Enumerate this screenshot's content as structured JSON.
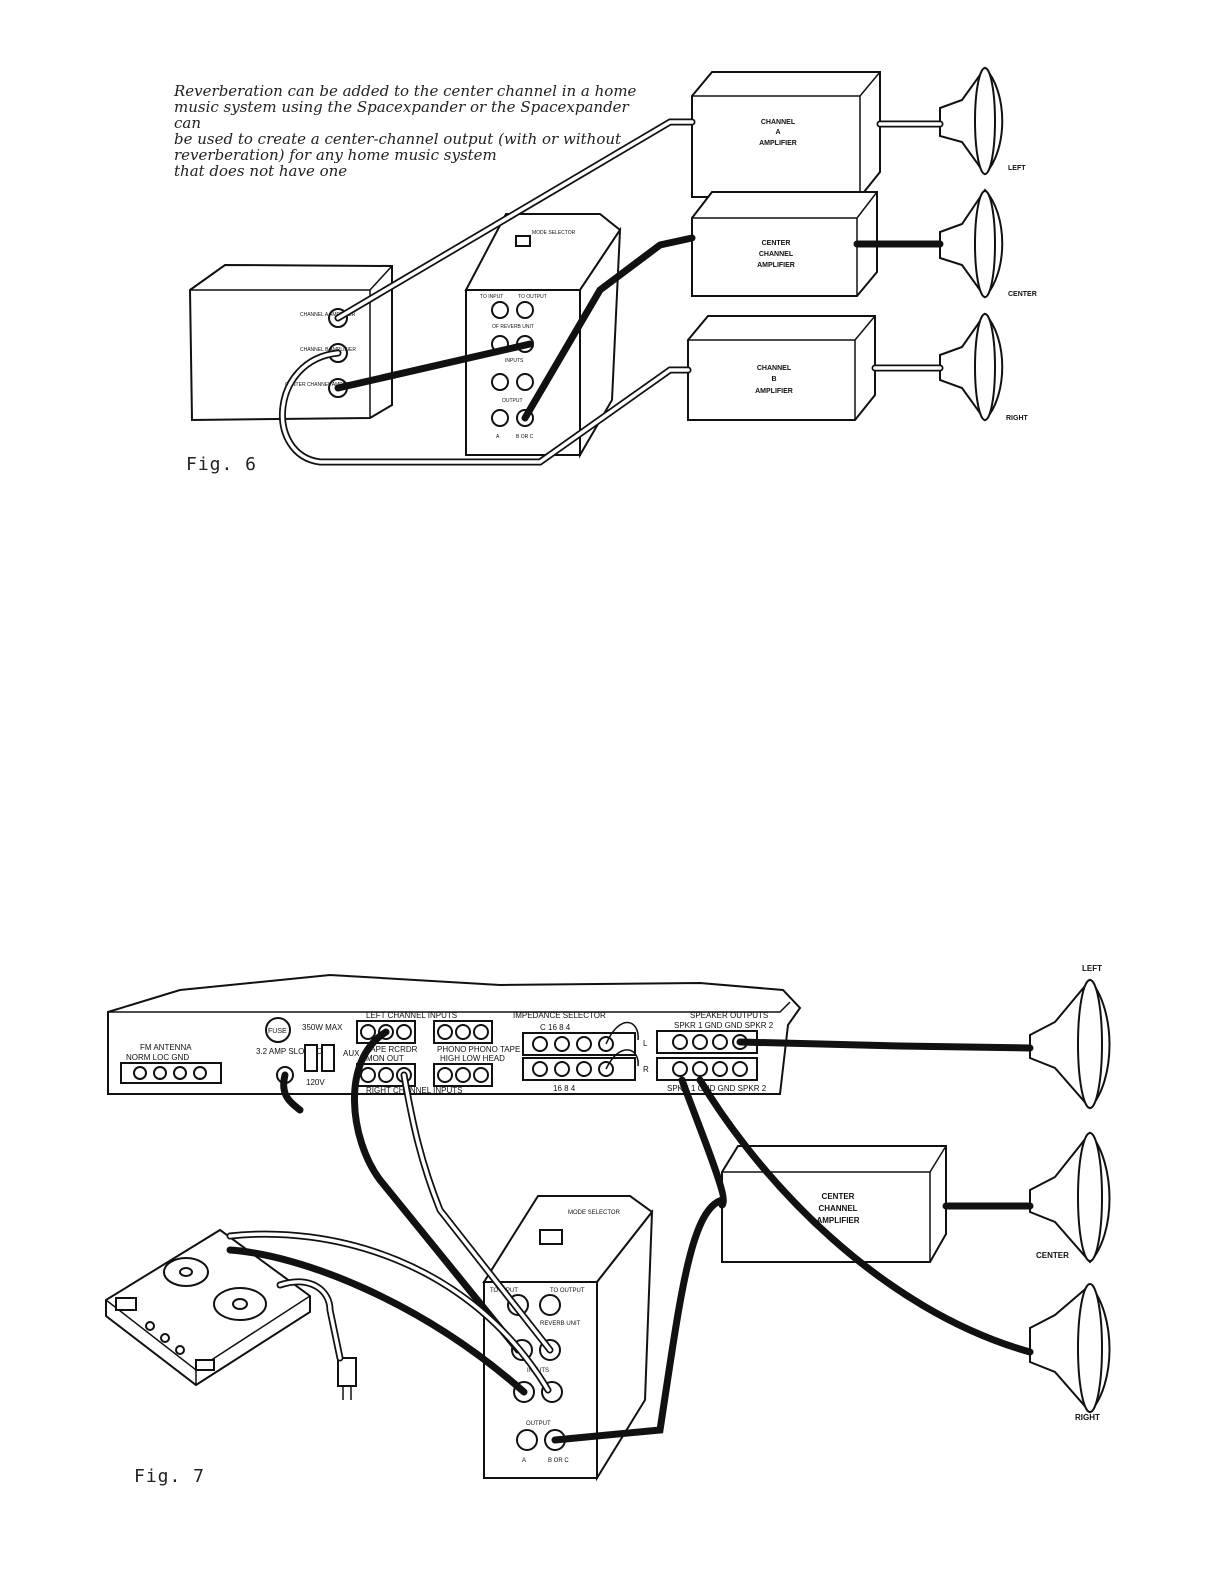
{
  "fig6": {
    "caption": [
      "Reverberation can be added to the center channel in a home",
      "music system using the Spacexpander or the Spacexpander can",
      "be used to create a center-channel output (with or without",
      "reverberation) for any home music system",
      "that does not have one"
    ],
    "label": "Fig. 6",
    "amp_a": [
      "CHANNEL",
      "A",
      "AMPLIFIER"
    ],
    "amp_center": [
      "CENTER",
      "CHANNEL",
      "AMPLIFIER"
    ],
    "amp_b": [
      "CHANNEL",
      "B",
      "AMPLIFIER"
    ],
    "speaker_left": "LEFT",
    "speaker_center": "CENTER",
    "speaker_right": "RIGHT",
    "source_labels": [
      "CHANNEL A AMPLIFIER",
      "CHANNEL B AMPLIFIER",
      "CENTER CHANNEL AMPLIFIER"
    ],
    "unit": {
      "mode_selector": "MODE SELECTOR",
      "to_input": "TO INPUT",
      "to_output": "TO OUTPUT",
      "reverb": "OF REVERB UNIT",
      "inputs": "INPUTS",
      "output": "OUTPUT",
      "a": "A",
      "b_or_c": "B OR C"
    }
  },
  "fig7": {
    "label": "Fig. 7",
    "fm_antenna": "FM ANTENNA",
    "fm_terminals": "NORM LOC GND",
    "fuse": "FUSE",
    "max_power": "350W MAX",
    "amp_rating": "3.2 AMP SLO BLO",
    "voltage": "120V",
    "aux": "AUX",
    "left_inputs": "LEFT CHANNEL INPUTS",
    "right_inputs": "RIGHT CHANNEL INPUTS",
    "tape_rcrdr": "TAPE RCRDR",
    "mon_out": "MON OUT",
    "phono_tape": "PHONO PHONO TAPE",
    "high_low_head": "HIGH LOW HEAD",
    "impedance_selector": "IMPEDANCE SELECTOR",
    "impedance_values": "C 16 8 4",
    "impedance_values_2": "16 8 4",
    "l": "L",
    "r": "R",
    "speaker_outputs": "SPEAKER OUTPUTS",
    "spkr_terminals": "SPKR 1 GND GND SPKR 2",
    "amp_center": [
      "CENTER",
      "CHANNEL",
      "AMPLIFIER"
    ],
    "speaker_left": "LEFT",
    "speaker_center": "CENTER",
    "speaker_right": "RIGHT",
    "unit": {
      "mode_selector": "MODE SELECTOR",
      "to_input": "TO INPUT",
      "to_output": "TO OUTPUT",
      "reverb": "REVERB UNIT",
      "inputs": "INPUTS",
      "output": "OUTPUT",
      "a": "A",
      "b_or_c": "B OR C"
    }
  }
}
